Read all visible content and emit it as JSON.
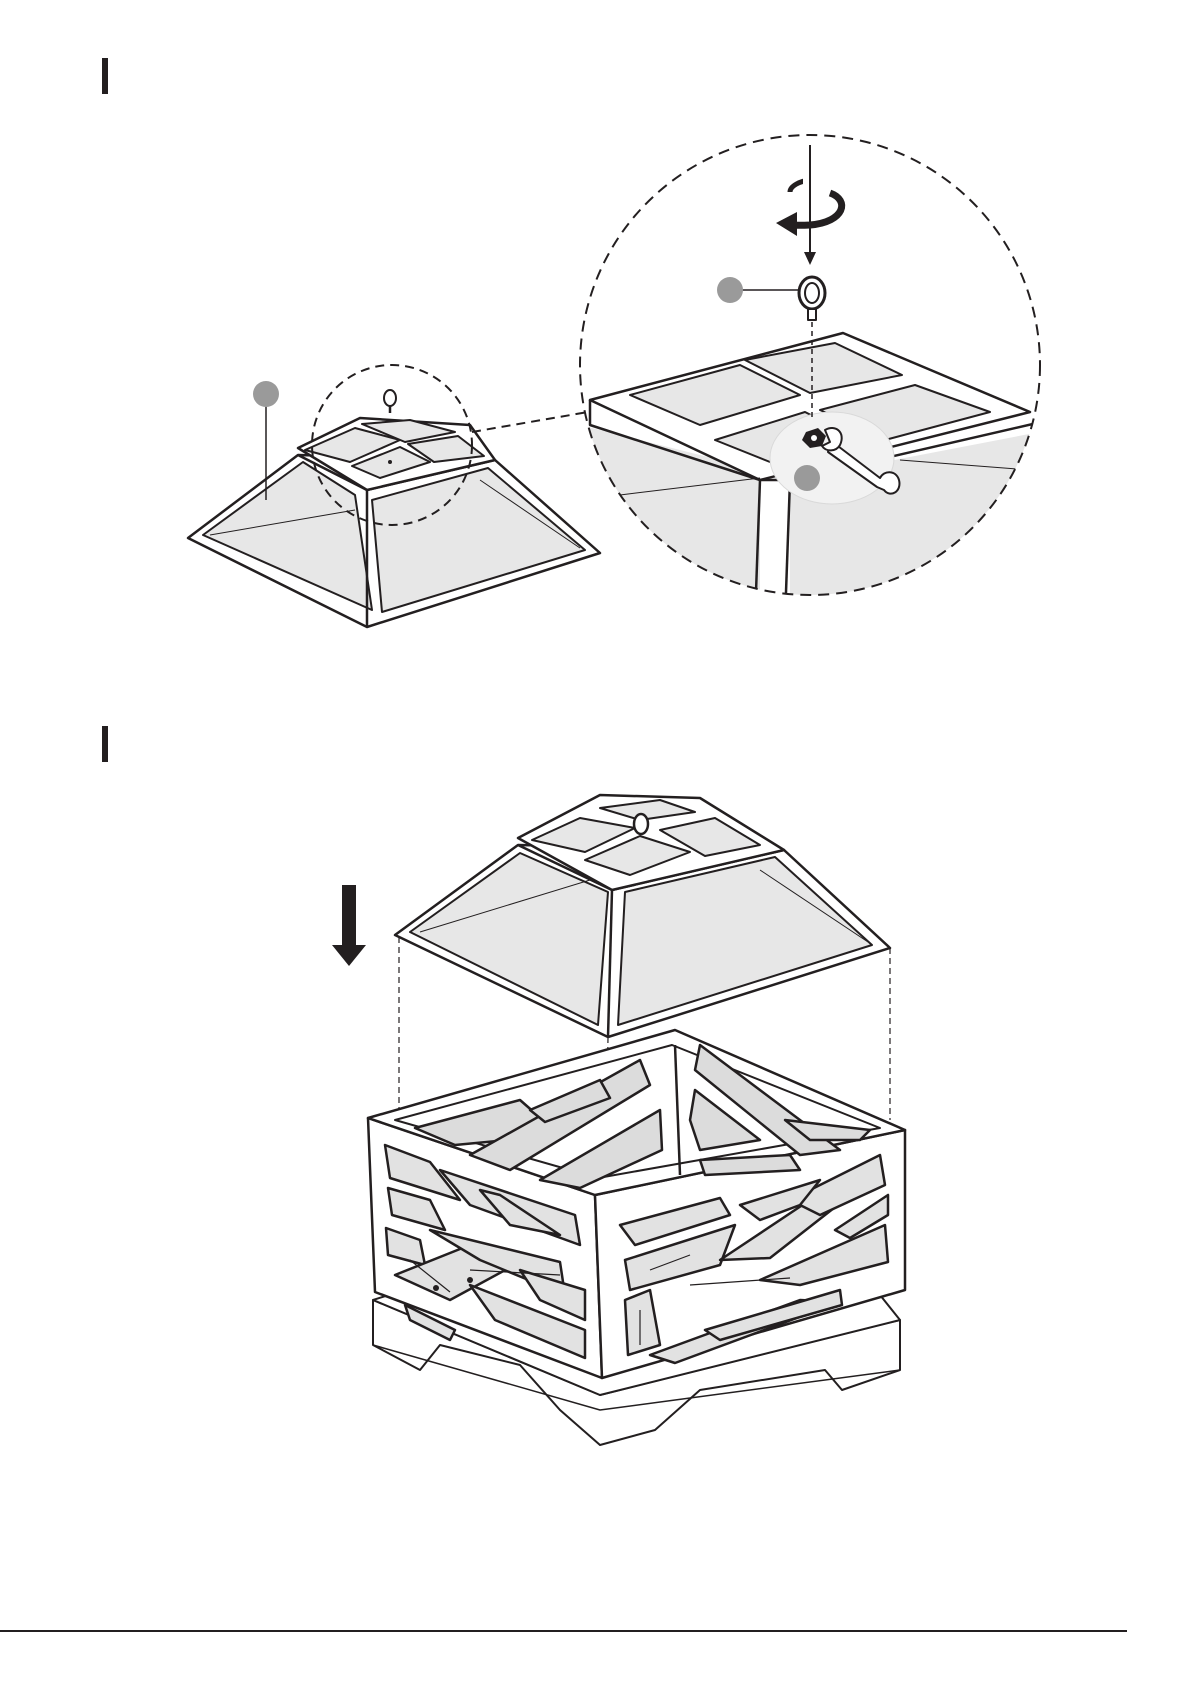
{
  "document": {
    "page_number": "",
    "steps": [
      {
        "id": "step-1",
        "label": ""
      },
      {
        "id": "step-2",
        "label": ""
      }
    ],
    "callouts": [
      {
        "id": "callout-lid",
        "label": ""
      },
      {
        "id": "callout-eye-bolt",
        "label": ""
      },
      {
        "id": "callout-nut",
        "label": ""
      }
    ]
  },
  "colors": {
    "line": "#231f20",
    "panel": "#e7e7e7",
    "callout": "#9a9a9a",
    "white": "#ffffff"
  },
  "icons": [
    "rotate-arrow-icon",
    "eye-bolt-icon",
    "wrench-icon",
    "down-arrow-icon"
  ]
}
